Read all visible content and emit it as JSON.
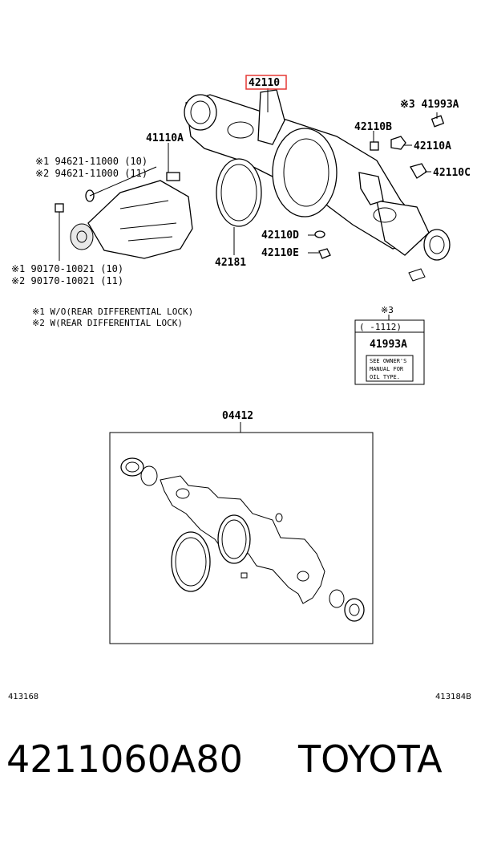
{
  "labels": {
    "main_part": "42110",
    "p41993a_ref": "※3 41993A",
    "p42110b": "42110B",
    "p42110a_nut": "42110A",
    "p42110c": "42110C",
    "p41110a": "41110A",
    "stud1": "※1 94621-11000 (10)",
    "stud2": "※2 94621-11000 (11)",
    "p42110d": "42110D",
    "p42110e": "42110E",
    "p42181": "42181",
    "nut1": "※1 90170-10021 (10)",
    "nut2": "※2 90170-10021 (11)"
  },
  "notes": {
    "note1": "※1 W/O(REAR DIFFERENTIAL LOCK)",
    "note2": "※2 W(REAR DIFFERENTIAL LOCK)"
  },
  "label_box": {
    "ref": "※3",
    "range": "(      -1112)",
    "part": "41993A",
    "line1": "SEE OWNER'S",
    "line2": "MANUAL FOR",
    "line3": "OIL TYPE."
  },
  "kit": {
    "part": "04412"
  },
  "footer": {
    "left_code": "413168",
    "right_code": "413184B",
    "part_number": "4211060A80",
    "brand": "TOYOTA"
  },
  "colors": {
    "highlight": "#e53935",
    "line": "#000000"
  }
}
